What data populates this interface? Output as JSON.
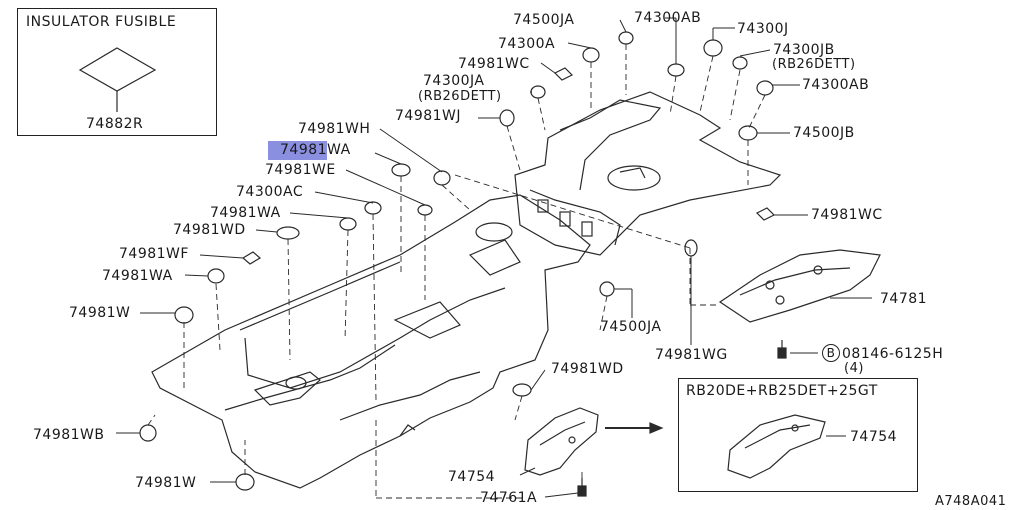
{
  "inset_fusible": {
    "title": "INSULATOR FUSIBLE",
    "part": "74882R"
  },
  "inset_variant": {
    "title": "RB20DE+RB25DET+25GT",
    "part": "74754"
  },
  "callouts": {
    "p74500JA_top": "74500JA",
    "p74300AB_top": "74300AB",
    "p74300J": "74300J",
    "p74300A": "74300A",
    "p74300JB": "74300JB",
    "p74300JB_note": "(RB26DETT)",
    "p74981WC_top": "74981WC",
    "p74300JA": "74300JA",
    "p74300JA_note": "(RB26DETT)",
    "p74300AB_right": "74300AB",
    "p74981WJ": "74981WJ",
    "p74981WH": "74981WH",
    "p74500JB": "74500JB",
    "p74981WA_highlight_a": "74981",
    "p74981WA_highlight_b": "WA",
    "p74981WE": "74981WE",
    "p74300AC": "74300AC",
    "p74981WA_mid": "74981WA",
    "p74981WC_right": "74981WC",
    "p74981WD_left": "74981WD",
    "p74981WF": "74981WF",
    "p74981WA_low": "74981WA",
    "p74781": "74781",
    "p74981W_top": "74981W",
    "p74500JA_mid": "74500JA",
    "p74981WG": "74981WG",
    "bolt_code": "08146-6125H",
    "bolt_marker": "B",
    "bolt_qty": "(4)",
    "p74981WD_right": "74981WD",
    "p74981WB": "74981WB",
    "p74754": "74754",
    "p74981W_bottom": "74981W",
    "p74761A": "74761A"
  },
  "diagram_code": "A748A041"
}
